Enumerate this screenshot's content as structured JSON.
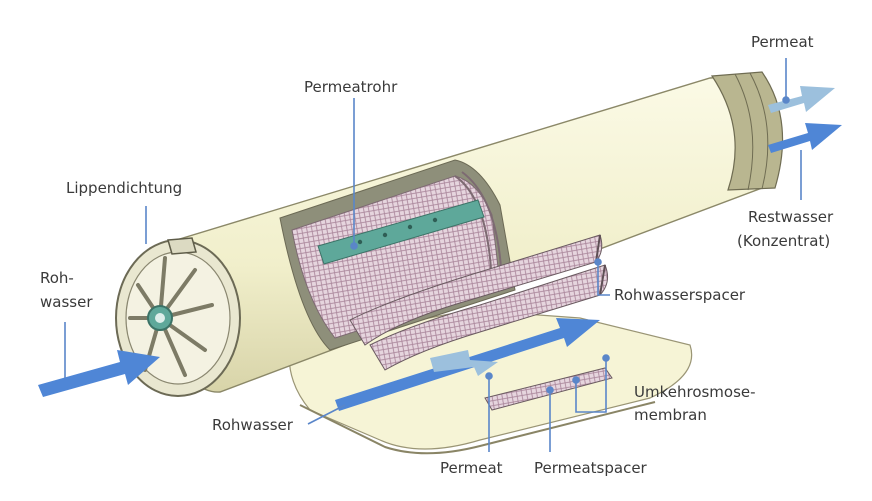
{
  "labels": {
    "permeat_top": "Permeat",
    "permeatrohr": "Permeatrohr",
    "lippendichtung": "Lippendichtung",
    "restwasser_line1": "Restwasser",
    "restwasser_line2": "(Konzentrat)",
    "rohwasser_left_line1": "Roh-",
    "rohwasser_left_line2": "wasser",
    "rohwasserspacer": "Rohwasserspacer",
    "umkehrosmose_line1": "Umkehrosmose-",
    "umkehrosmose_line2": "membran",
    "rohwasser_bottom": "Rohwasser",
    "permeat_bottom": "Permeat",
    "permeatspacer": "Permeatspacer"
  },
  "colors": {
    "tube": "#f3f1cf",
    "tube_shade": "#d9d6b0",
    "arrow_blue": "#4f86d6",
    "arrow_light": "#9cc0dd",
    "permeate_tube": "#5ea89a",
    "mesh": "#c8a8b8",
    "leader": "#5a86c9"
  }
}
